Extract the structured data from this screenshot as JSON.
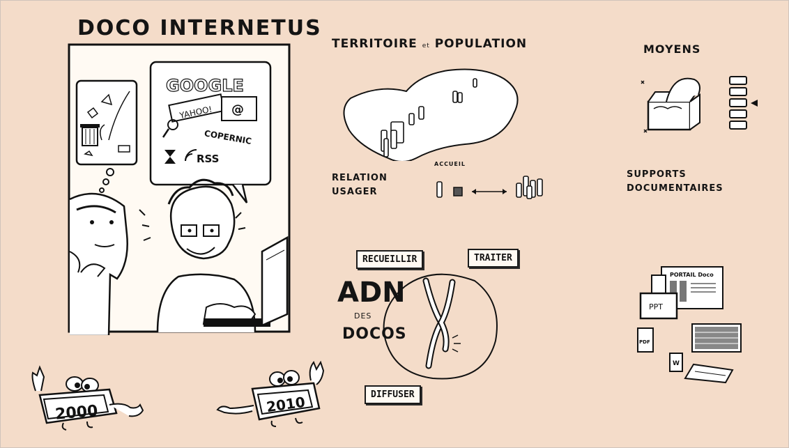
{
  "comic": {
    "title": "DOCO INTERNETUS",
    "bubble_words": [
      "GOOGLE",
      "YAHOO!",
      "@",
      "COPERNIC",
      "RSS"
    ]
  },
  "territoire": {
    "title_part1": "TERRITOIRE",
    "title_sep": "et",
    "title_part2": "POPULATION"
  },
  "moyens": {
    "title": "MOYENS"
  },
  "relation": {
    "line1": "RELATION",
    "line2": "USAGER",
    "accueil": "ACCUEIL"
  },
  "supports": {
    "line1": "SUPPORTS",
    "line2": "DOCUMENTAIRES"
  },
  "adn": {
    "title": "ADN",
    "des": "DES",
    "docos": "DOCOS",
    "steps": [
      "RECUEILLIR",
      "TRAITER",
      "DIFFUSER"
    ]
  },
  "documents": {
    "portail": "PORTAIL Doco",
    "ppt": "PPT",
    "pdf": "PDF",
    "word": "W"
  },
  "years": {
    "left": "2000",
    "right": "2010"
  },
  "colors": {
    "background": "#f4dcc9",
    "ink": "#141414",
    "paper": "#fffaf3"
  }
}
